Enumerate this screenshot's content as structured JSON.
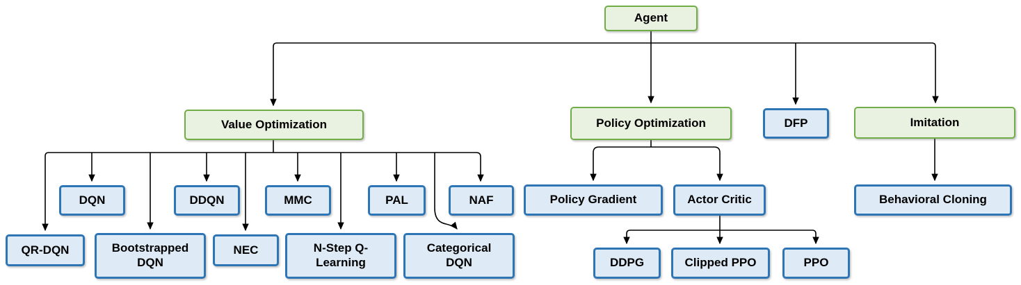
{
  "diagram": {
    "colors": {
      "category_fill": "#E9F2E1",
      "category_border": "#70AD47",
      "algorithm_fill": "#DEEBF7",
      "algorithm_border": "#2E75B6",
      "connector": "#000000"
    },
    "nodes": {
      "agent": {
        "label": "Agent",
        "type": "category"
      },
      "value_optimization": {
        "label": "Value Optimization",
        "type": "category"
      },
      "policy_optimization": {
        "label": "Policy Optimization",
        "type": "category"
      },
      "dfp": {
        "label": "DFP",
        "type": "algorithm"
      },
      "imitation": {
        "label": "Imitation",
        "type": "category"
      },
      "dqn": {
        "label": "DQN",
        "type": "algorithm"
      },
      "ddqn": {
        "label": "DDQN",
        "type": "algorithm"
      },
      "mmc": {
        "label": "MMC",
        "type": "algorithm"
      },
      "pal": {
        "label": "PAL",
        "type": "algorithm"
      },
      "naf": {
        "label": "NAF",
        "type": "algorithm"
      },
      "qr_dqn": {
        "label": "QR-DQN",
        "type": "algorithm"
      },
      "bootstrapped_dqn": {
        "label": "Bootstrapped DQN",
        "type": "algorithm"
      },
      "nec": {
        "label": "NEC",
        "type": "algorithm"
      },
      "n_step_q_learning": {
        "label": "N-Step Q-Learning",
        "type": "algorithm"
      },
      "categorical_dqn": {
        "label": "Categorical DQN",
        "type": "algorithm"
      },
      "policy_gradient": {
        "label": "Policy Gradient",
        "type": "algorithm"
      },
      "actor_critic": {
        "label": "Actor Critic",
        "type": "algorithm"
      },
      "ddpg": {
        "label": "DDPG",
        "type": "algorithm"
      },
      "clipped_ppo": {
        "label": "Clipped PPO",
        "type": "algorithm"
      },
      "ppo": {
        "label": "PPO",
        "type": "algorithm"
      },
      "behavioral_cloning": {
        "label": "Behavioral Cloning",
        "type": "algorithm"
      }
    },
    "hierarchy": {
      "Agent": [
        "Value Optimization",
        "Policy Optimization",
        "DFP",
        "Imitation"
      ],
      "Value Optimization": [
        "QR-DQN",
        "DQN",
        "Bootstrapped DQN",
        "DDQN",
        "NEC",
        "MMC",
        "N-Step Q-Learning",
        "PAL",
        "Categorical DQN",
        "NAF"
      ],
      "Policy Optimization": [
        "Policy Gradient",
        "Actor Critic"
      ],
      "Actor Critic": [
        "DDPG",
        "Clipped PPO",
        "PPO"
      ],
      "Imitation": [
        "Behavioral Cloning"
      ]
    }
  }
}
